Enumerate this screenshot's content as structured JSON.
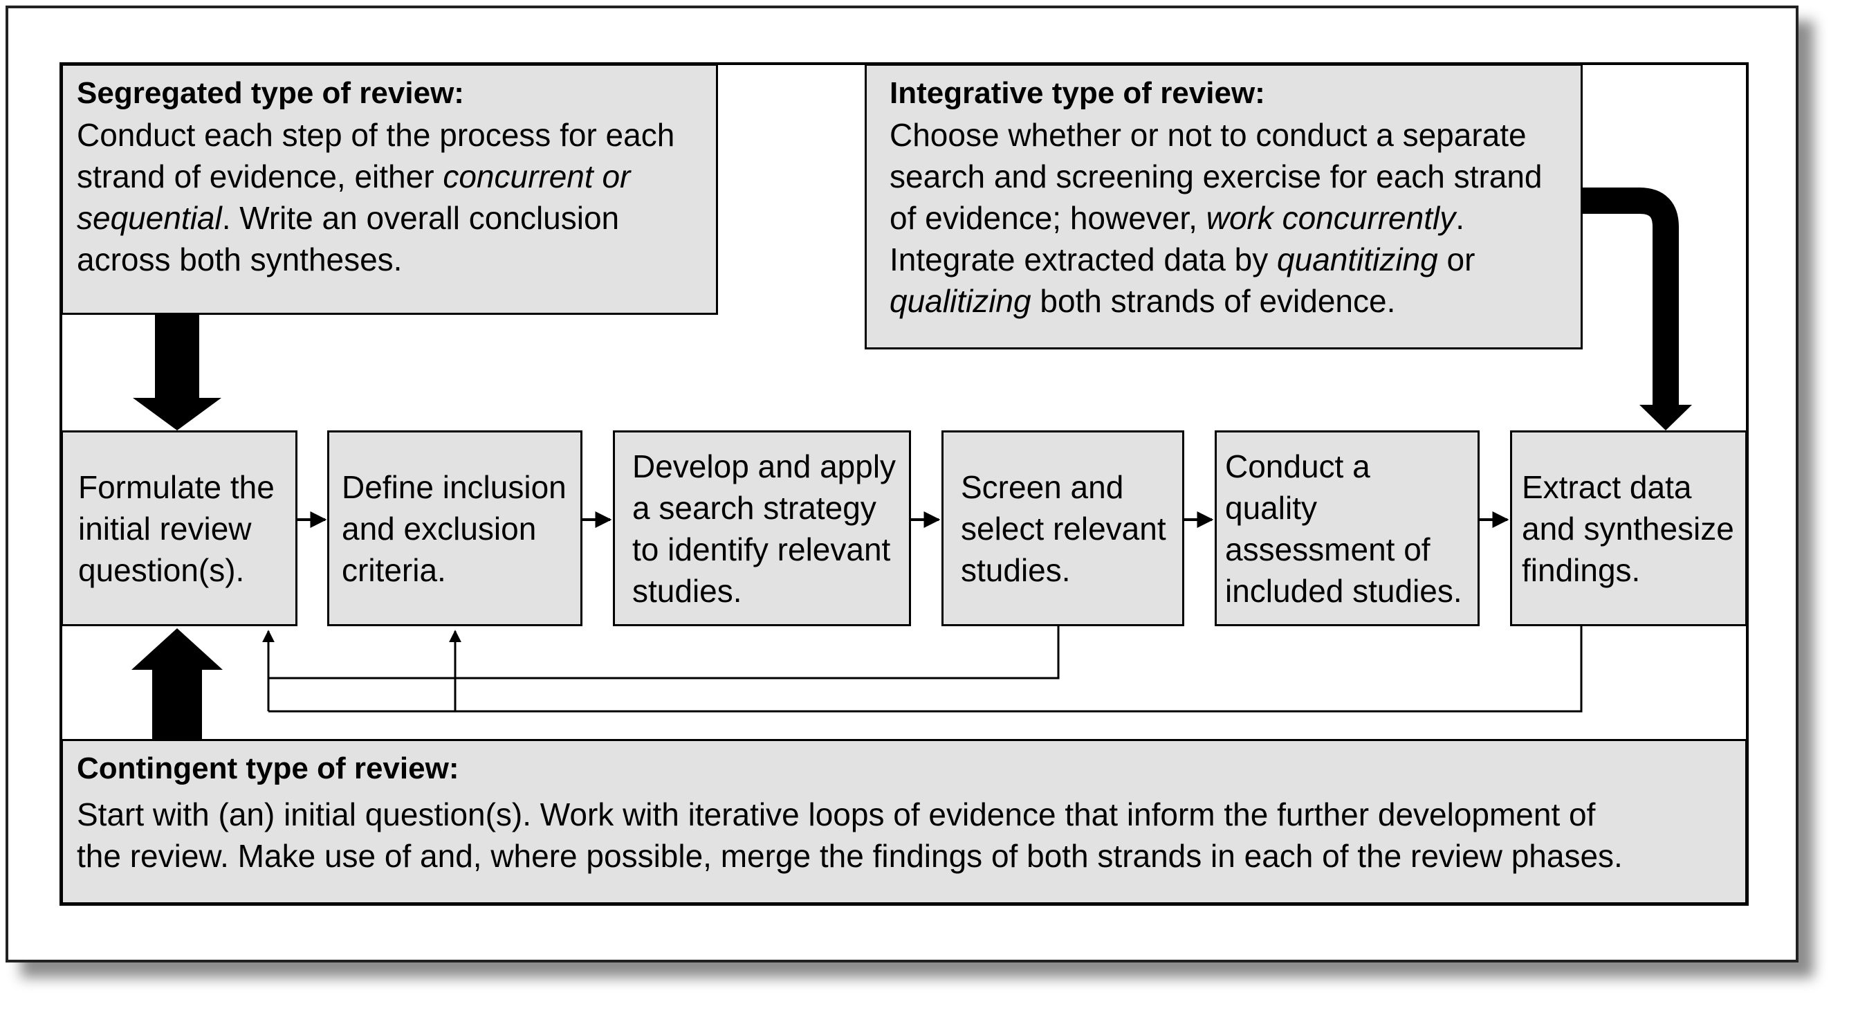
{
  "segregated": {
    "title": "Segregated type of review:",
    "line1": "Conduct each step of the process for each",
    "line2_a": "strand of evidence, either ",
    "line2_em": "concurrent or",
    "line3_em": "sequential",
    "line3_b": ". Write an overall conclusion",
    "line4": "across both syntheses."
  },
  "integrative": {
    "title": "Integrative type of review:",
    "line1": "Choose whether or not to conduct a separate",
    "line2": "search and screening exercise for each strand",
    "line3_a": "of evidence; however, ",
    "line3_em": "work concurrently",
    "line3_b": ".",
    "line4_a": "Integrate extracted data by ",
    "line4_em": "quantitizing",
    "line4_b": " or",
    "line5_em": "qualitizing",
    "line5_b": " both strands of evidence."
  },
  "steps": [
    {
      "text": "Formulate the\ninitial review\nquestion(s)."
    },
    {
      "text": "Define inclusion\nand exclusion\ncriteria."
    },
    {
      "text": "Develop and apply\na search strategy\nto identify relevant\nstudies."
    },
    {
      "text": "Screen and\nselect relevant\nstudies."
    },
    {
      "text": "Conduct a\nquality\nassessment of\nincluded studies."
    },
    {
      "text": "Extract data\nand synthesize\nfindings."
    }
  ],
  "contingent": {
    "title": "Contingent type of review:",
    "line1": "Start with (an) initial question(s). Work with iterative loops of evidence that inform the further development of",
    "line2": "the review. Make use of and, where possible, merge the findings of both strands in each of the review phases."
  }
}
